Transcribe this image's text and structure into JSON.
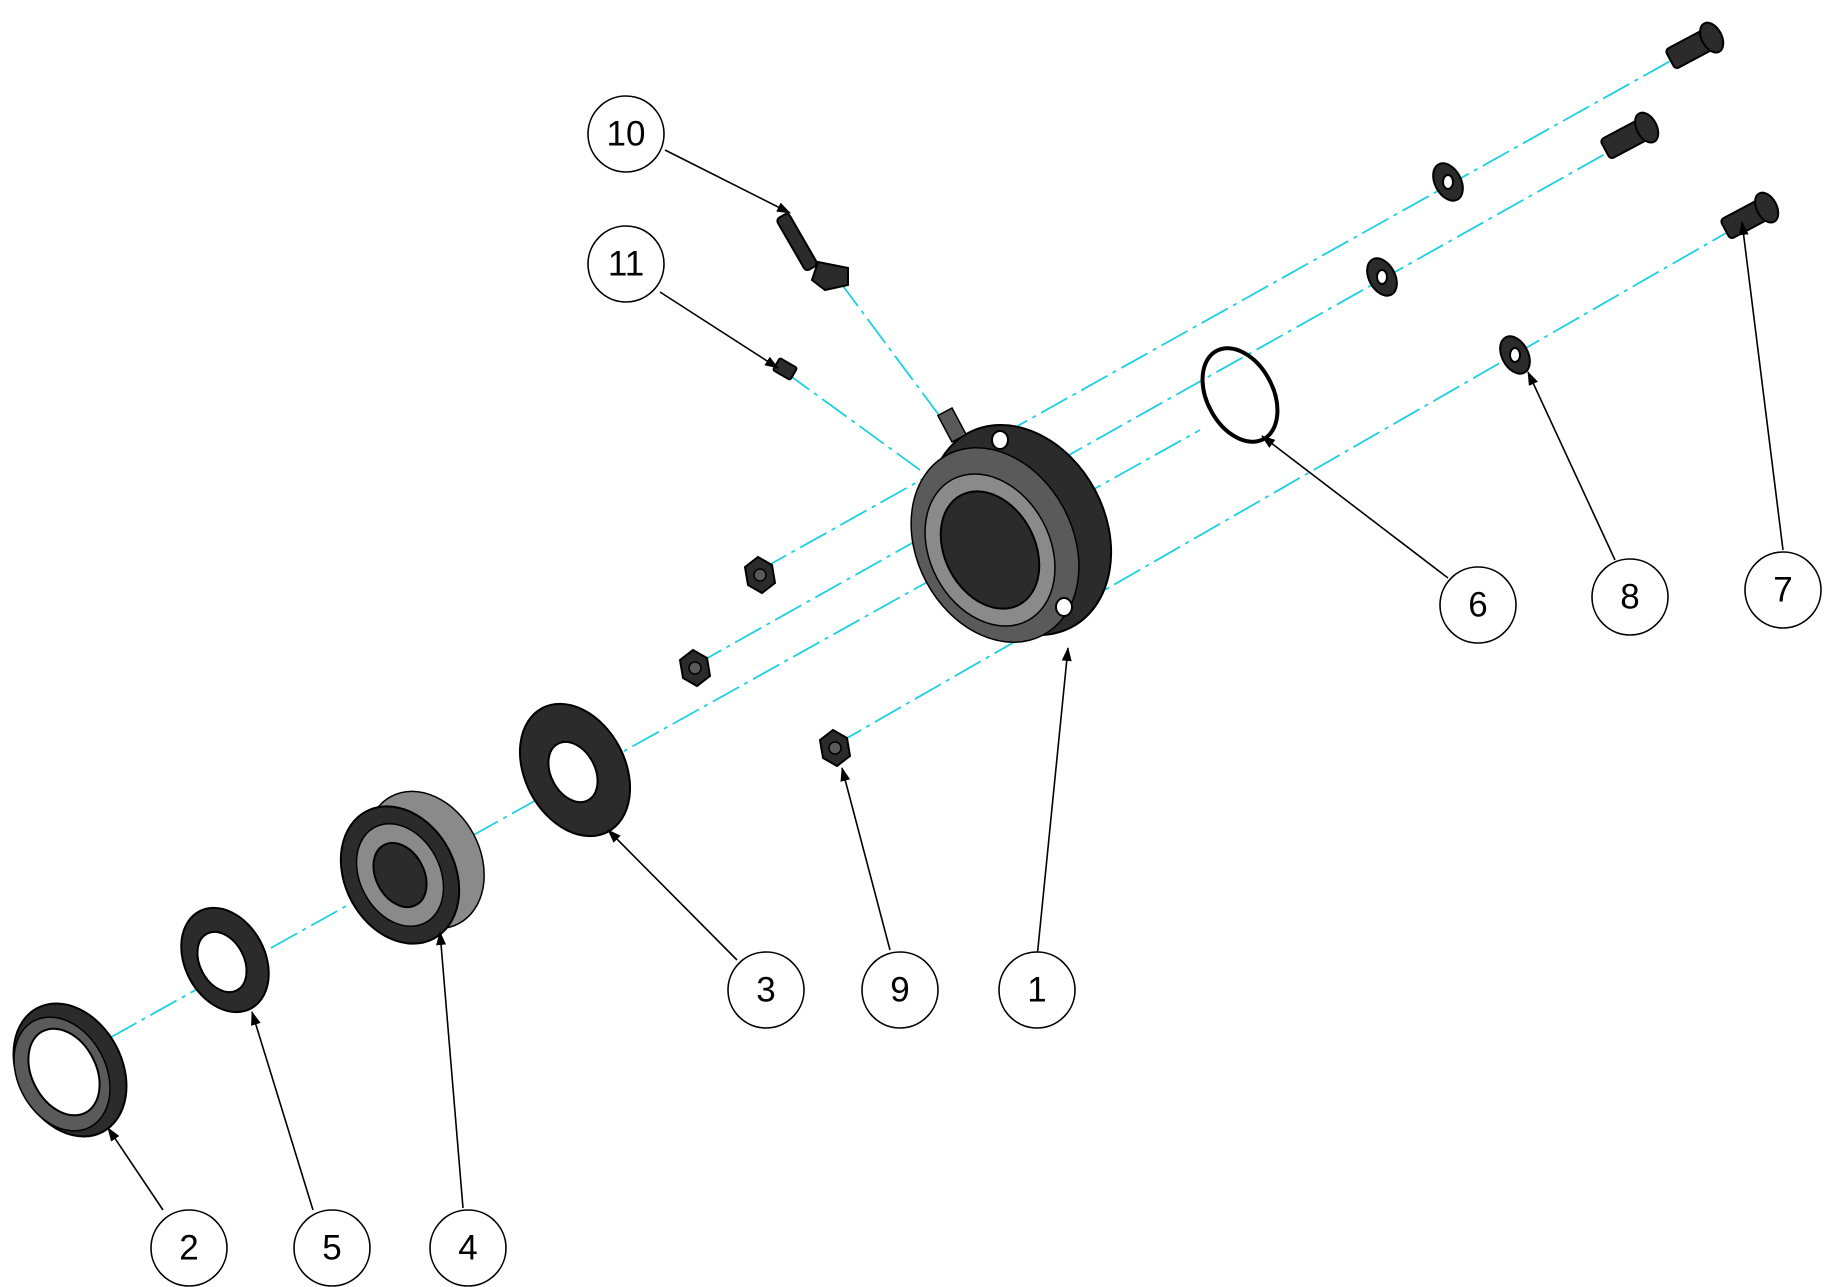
{
  "colors": {
    "centerline": "#1ecfdf",
    "part_fill": "#2b2b2b",
    "leader": "#000000"
  },
  "balloons": [
    {
      "id": "b1",
      "label": "1"
    },
    {
      "id": "b2",
      "label": "2"
    },
    {
      "id": "b3",
      "label": "3"
    },
    {
      "id": "b4",
      "label": "4"
    },
    {
      "id": "b5",
      "label": "5"
    },
    {
      "id": "b6",
      "label": "6"
    },
    {
      "id": "b7",
      "label": "7"
    },
    {
      "id": "b8",
      "label": "8"
    },
    {
      "id": "b9",
      "label": "9"
    },
    {
      "id": "b10",
      "label": "10"
    },
    {
      "id": "b11",
      "label": "11"
    }
  ]
}
